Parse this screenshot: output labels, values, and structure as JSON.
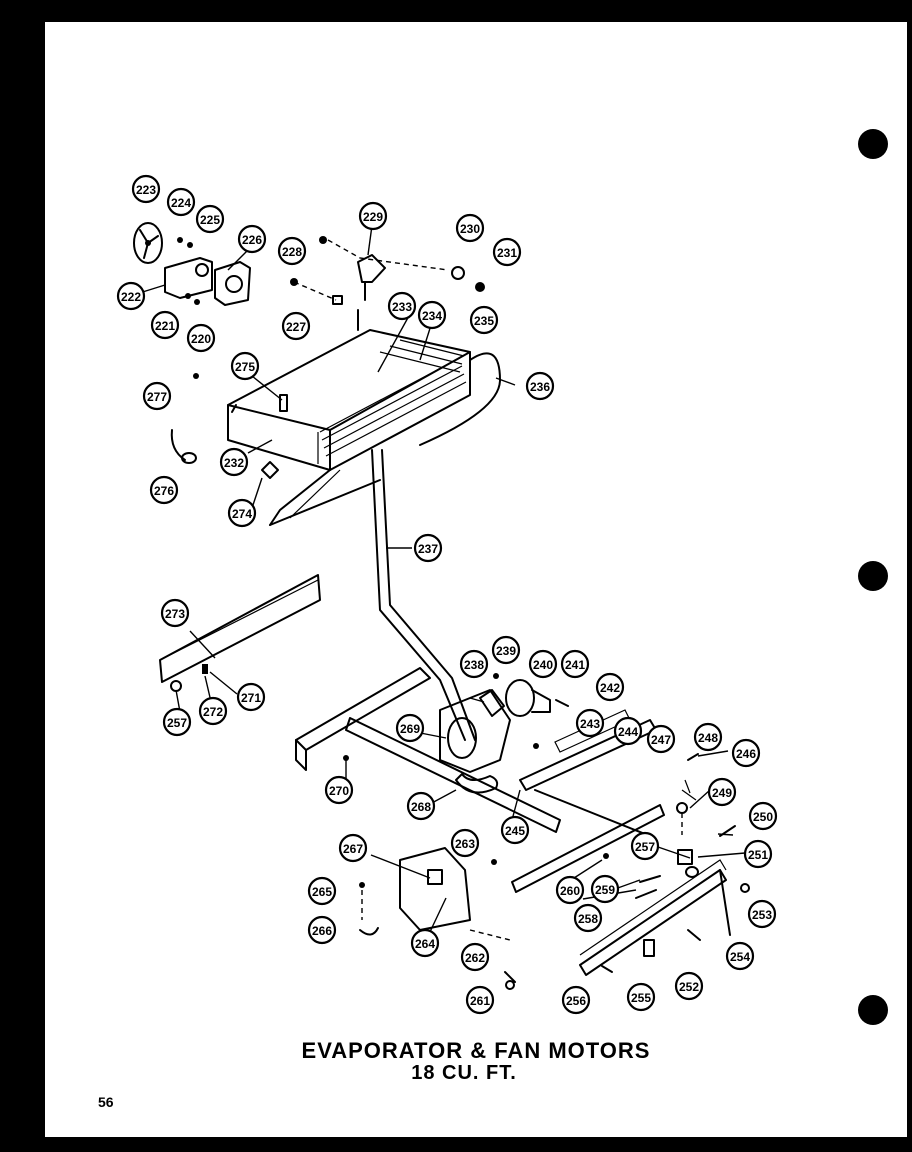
{
  "title": "EVAPORATOR & FAN MOTORS",
  "subtitle": "18 CU. FT.",
  "page_number": "56",
  "callouts": [
    "220",
    "221",
    "222",
    "223",
    "224",
    "225",
    "226",
    "227",
    "228",
    "229",
    "230",
    "231",
    "232",
    "233",
    "234",
    "235",
    "236",
    "237",
    "238",
    "239",
    "240",
    "241",
    "242",
    "243",
    "244",
    "245",
    "246",
    "247",
    "248",
    "249",
    "250",
    "251",
    "252",
    "253",
    "254",
    "255",
    "256",
    "257",
    "258",
    "259",
    "260",
    "261",
    "262",
    "263",
    "264",
    "265",
    "266",
    "267",
    "268",
    "269",
    "270",
    "271",
    "272",
    "273",
    "274",
    "275",
    "276",
    "277"
  ]
}
